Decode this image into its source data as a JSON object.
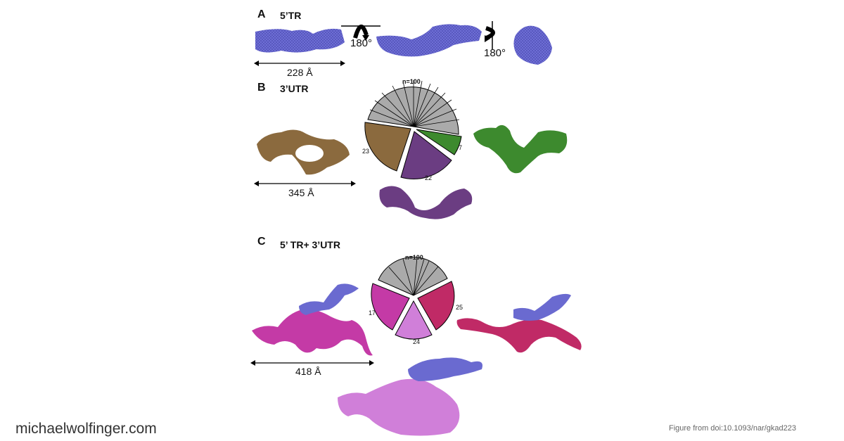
{
  "figure": {
    "panel_a": {
      "letter": "A",
      "title": "5’TR",
      "dimension": "228 Å",
      "rotation_1": "180°",
      "rotation_2": "180°"
    },
    "panel_b": {
      "letter": "B",
      "title": "3’UTR",
      "dimension": "345 Å",
      "pie_n": "n=100",
      "labels": [
        "23",
        "22",
        "7"
      ]
    },
    "panel_c": {
      "letter": "C",
      "title": "5’ TR+ 3’UTR",
      "dimension": "418 Å",
      "pie_n": "n=100",
      "labels": [
        "17",
        "24",
        "25"
      ]
    }
  },
  "colors": {
    "blue": "#6a6ad0",
    "brown": "#8b6a3e",
    "purple": "#6b3d82",
    "green": "#3d8a2e",
    "magenta": "#c43aa6",
    "crimson": "#c02a66",
    "lilac": "#d07fd9",
    "gray": "#aaaaaa"
  },
  "footer": {
    "site": "michaelwolfinger.com",
    "credit": "Figure from doi:10.1093/nar/gkad223"
  }
}
